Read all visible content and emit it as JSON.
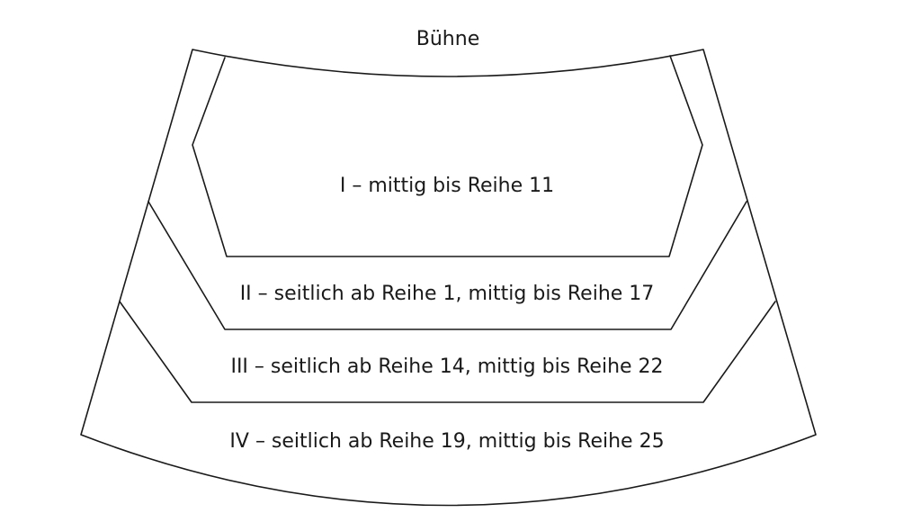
{
  "stage": {
    "label": "Bühne"
  },
  "sections": [
    {
      "id": "I",
      "label": "I – mittig bis Reihe 11"
    },
    {
      "id": "II",
      "label": "II – seitlich ab Reihe 1, mittig bis Reihe 17"
    },
    {
      "id": "III",
      "label": "III – seitlich ab Reihe 14, mittig bis Reihe 22"
    },
    {
      "id": "IV",
      "label": "IV – seitlich ab Reihe 19, mittig bis Reihe 25"
    }
  ],
  "colors": {
    "line": "#1a1a1a",
    "background": "#ffffff"
  }
}
